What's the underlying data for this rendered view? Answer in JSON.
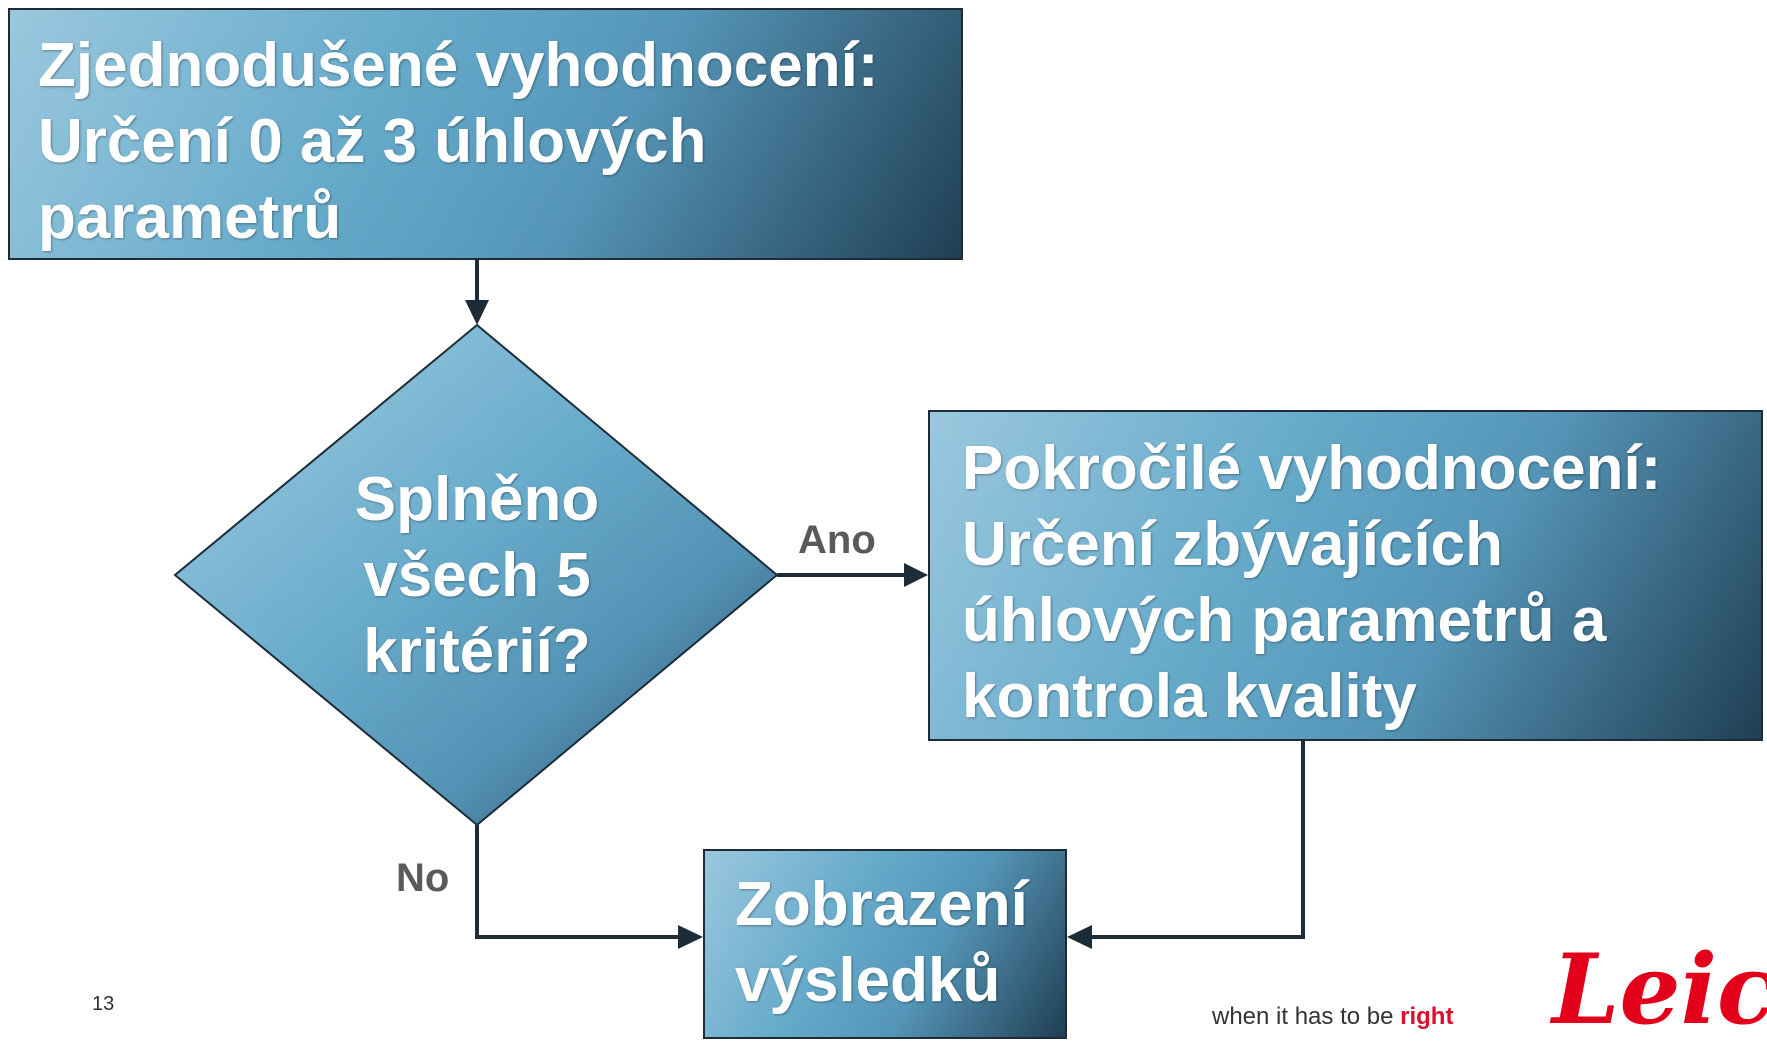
{
  "nodes": {
    "simple_eval": {
      "lines": [
        "Zjednodušené vyhodnocení:",
        "Určení 0 až 3 úhlových",
        "parametrů"
      ]
    },
    "decision": {
      "lines": [
        "Splněno",
        "všech 5",
        "kritérií?"
      ]
    },
    "advanced_eval": {
      "lines": [
        "Pokročilé vyhodnocení:",
        "Určení zbývajících",
        "úhlových parametrů a",
        "kontrola kvality"
      ]
    },
    "results": {
      "lines": [
        "Zobrazení",
        "výsledků"
      ]
    }
  },
  "edges": {
    "yes_label": "Ano",
    "no_label": "No"
  },
  "footer": {
    "page_number": "13",
    "tagline_prefix": "when it has to be ",
    "tagline_accent": "right",
    "logo_text": "Leica"
  },
  "colors": {
    "node_fill_light": "#9ac8de",
    "node_fill_dark": "#1f3f55",
    "connector": "#1d2c36",
    "brand_red": "#e2001a"
  }
}
